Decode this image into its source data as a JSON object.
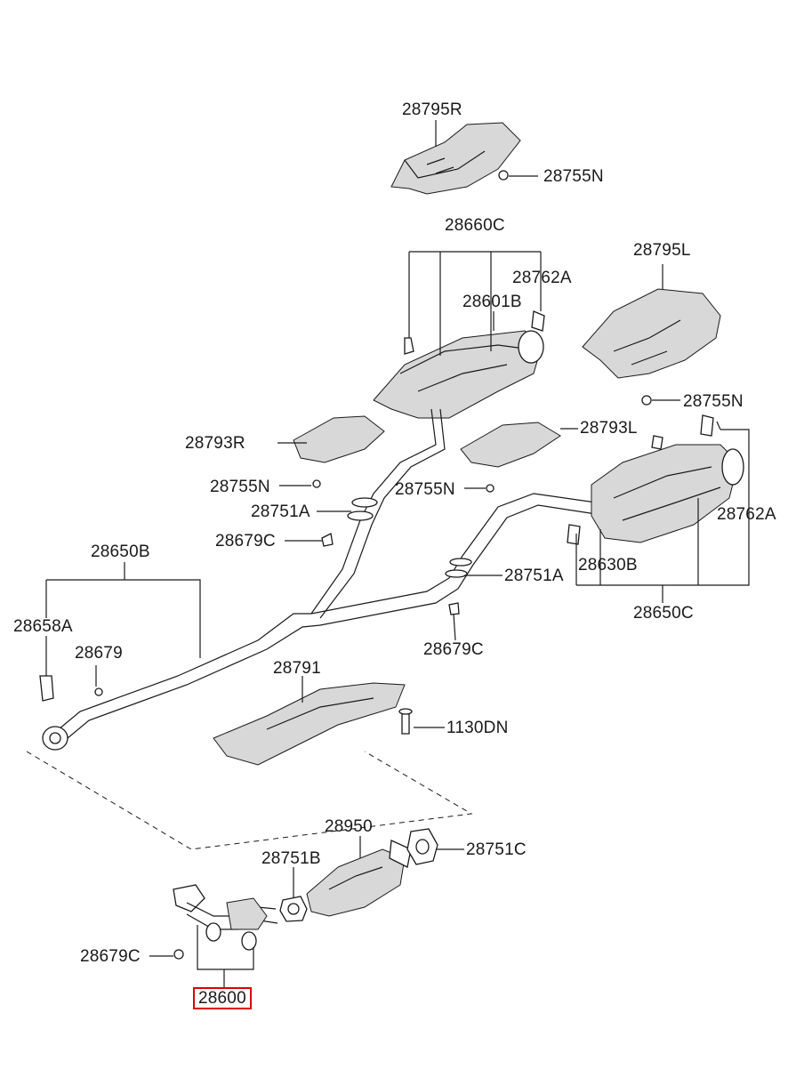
{
  "labels": {
    "p28795R": "28795R",
    "p28755N_a": "28755N",
    "p28660C": "28660C",
    "p28762A_a": "28762A",
    "p28601B": "28601B",
    "p28795L": "28795L",
    "p28755N_b": "28755N",
    "p28793R": "28793R",
    "p28793L": "28793L",
    "p28755N_c": "28755N",
    "p28755N_d": "28755N",
    "p28751A_a": "28751A",
    "p28762A_b": "28762A",
    "p28679C_a": "28679C",
    "p28650B": "28650B",
    "p28630B": "28630B",
    "p28751A_b": "28751A",
    "p28658A": "28658A",
    "p28650C": "28650C",
    "p28679": "28679",
    "p28679C_b": "28679C",
    "p28791": "28791",
    "p1130DN": "1130DN",
    "p28950": "28950",
    "p28751B": "28751B",
    "p28751C": "28751C",
    "p28679C_c": "28679C",
    "p28600": "28600"
  },
  "colors": {
    "highlight": "#e00000",
    "line": "#1a1a1a",
    "part_fill": "#d8d8d8"
  }
}
